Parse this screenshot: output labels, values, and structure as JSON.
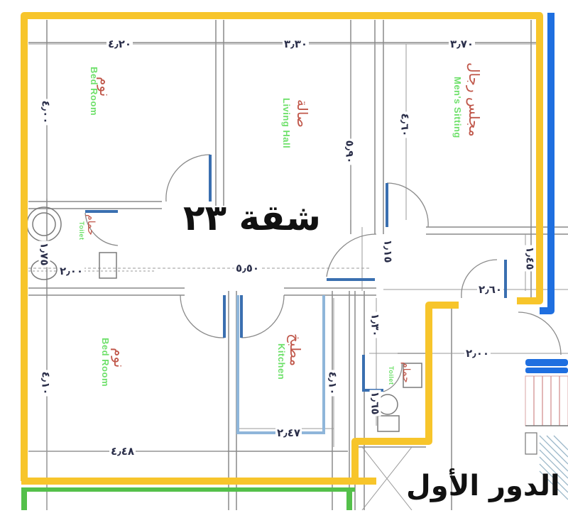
{
  "plan": {
    "apartment_title": "شقة ٢٣",
    "floor_label": "الدور الأول",
    "colors": {
      "outline_apartment": "#f7c52b",
      "outline_neighbor_right": "#1f6fe0",
      "outline_neighbor_below": "#54c04a",
      "wall_line": "#6e6e6e",
      "door_leaf": "#3a6fb0",
      "room_label_en": "#6ee06a",
      "room_label_ar": "#c0574a",
      "dimension_text": "#2b2f4a"
    },
    "rooms": [
      {
        "id": "bedroom-1",
        "label_en": "Bed Room",
        "label_ar": "نوم",
        "width_dim": "٤٫٢٠",
        "depth_dim": "٤٫٠٠"
      },
      {
        "id": "living-hall",
        "label_en": "Living Hall",
        "label_ar": "صالة",
        "width_dim": "٣٫٣٠",
        "depth_dim": "٥٫٩٠"
      },
      {
        "id": "mens-sitting",
        "label_en": "Men's Sitting",
        "label_ar": "مجلس رجال",
        "width_dim": "٣٫٧٠",
        "depth_dim": "٤٫٦٠"
      },
      {
        "id": "bath-1",
        "label_en": "Toilet",
        "label_ar": "حمام",
        "width_dim": "٢٫٠٠",
        "depth_dim": "١٫٧٥"
      },
      {
        "id": "corridor",
        "label_en": "",
        "label_ar": "",
        "width_dim": "٥٫٥٠",
        "depth_dim": "١٫١٥"
      },
      {
        "id": "entrance",
        "label_en": "",
        "label_ar": "",
        "width_dim": "٢٫٦٠",
        "depth_dim": "١٫٤٥"
      },
      {
        "id": "bedroom-2",
        "label_en": "Bed Room",
        "label_ar": "نوم",
        "width_dim": "٤٫٤٨",
        "depth_dim": "٤٫١٠"
      },
      {
        "id": "kitchen",
        "label_en": "Kitchen",
        "label_ar": "مطبخ",
        "width_dim": "٢٫٤٧",
        "depth_dim": "٤٫١٠"
      },
      {
        "id": "bath-2",
        "label_en": "Toilet",
        "label_ar": "حمام",
        "width_dim": "١٫٦٥",
        "depth_dim": "١٫٣٠"
      },
      {
        "id": "stair-landing",
        "label_en": "",
        "label_ar": "",
        "width_dim": "٢٫٠٠",
        "depth_dim": ""
      }
    ]
  }
}
